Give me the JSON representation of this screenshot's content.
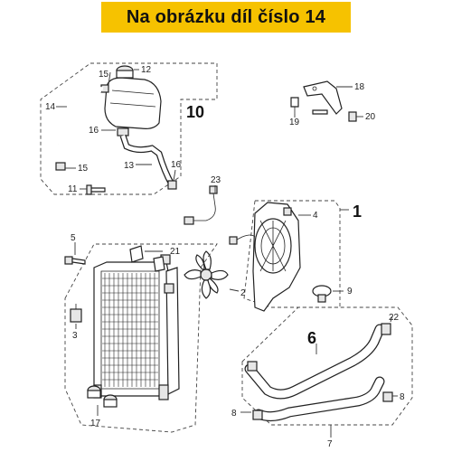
{
  "banner": {
    "text": "Na obrázku díl číslo 14",
    "color": "#f6c200"
  },
  "callouts": {
    "c1": "1",
    "c2": "2",
    "c3": "3",
    "c4": "4",
    "c5": "5",
    "c6": "6",
    "c7": "7",
    "c8a": "8",
    "c8b": "8",
    "c9": "9",
    "c10": "10",
    "c11": "11",
    "c12": "12",
    "c13": "13",
    "c14": "14",
    "c15a": "15",
    "c15b": "15",
    "c16a": "16",
    "c16b": "16",
    "c17": "17",
    "c18": "18",
    "c19": "19",
    "c20": "20",
    "c21": "21",
    "c22": "22",
    "c23": "23"
  }
}
